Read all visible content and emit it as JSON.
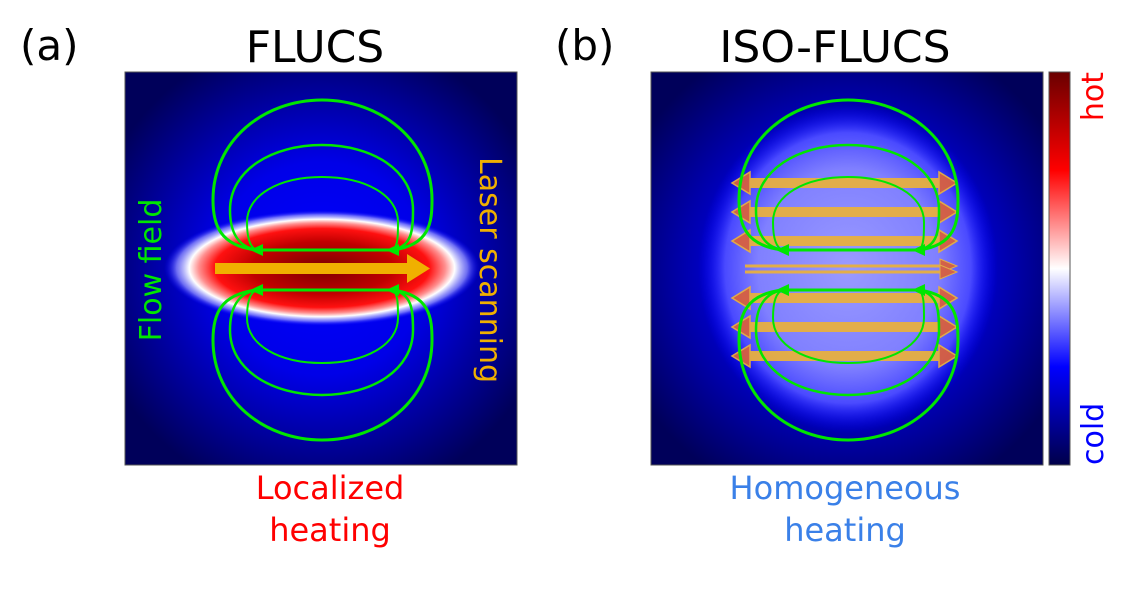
{
  "panel_a": {
    "label": "(a)",
    "title": "FLUCS",
    "caption_line1": "Localized",
    "caption_line2": "heating",
    "flow_label": "Flow field",
    "laser_label": "Laser scanning"
  },
  "panel_b": {
    "label": "(b)",
    "title": "ISO-FLUCS",
    "caption_line1": "Homogeneous",
    "caption_line2": "heating"
  },
  "colorbar": {
    "top_label": "hot",
    "bottom_label": "cold"
  },
  "colors": {
    "flow": "#00e600",
    "laser": "#f0b000",
    "hot": "#ff0000",
    "cold": "#0000ff",
    "homogeneous": "#3a80e8"
  }
}
